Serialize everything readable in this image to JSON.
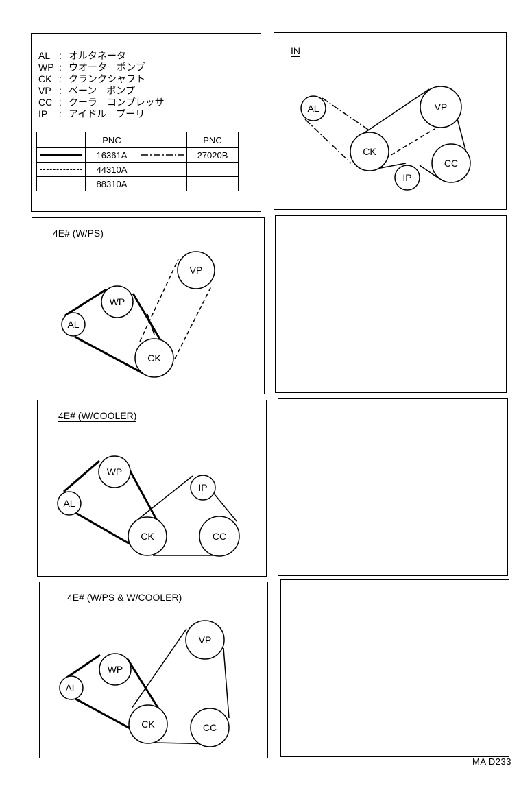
{
  "legend": {
    "items": [
      {
        "abbr": "AL",
        "name": "オルタネータ"
      },
      {
        "abbr": "WP",
        "name": "ウオータ　ポンプ"
      },
      {
        "abbr": "CK",
        "name": "クランクシャフト"
      },
      {
        "abbr": "VP",
        "name": "ベーン　ポンプ"
      },
      {
        "abbr": "CC",
        "name": "クーラ　コンプレッサ"
      },
      {
        "abbr": "IP",
        "name": "アイドル　プーリ"
      }
    ],
    "pnc_header": "PNC",
    "pnc": [
      {
        "style": "thick",
        "code": "16361A"
      },
      {
        "style": "dashed",
        "code": "44310A"
      },
      {
        "style": "thin",
        "code": "88310A"
      },
      {
        "style": "dashdot",
        "code": "27020B"
      }
    ]
  },
  "panels": {
    "in": {
      "title": "IN"
    },
    "ps": {
      "title": "4E# (W/PS)"
    },
    "cooler": {
      "title": "4E# (W/COOLER)"
    },
    "ps_cooler": {
      "title": "4E# (W/PS & W/COOLER)"
    }
  },
  "pulley_labels": {
    "al": "AL",
    "wp": "WP",
    "ck": "CK",
    "vp": "VP",
    "cc": "CC",
    "ip": "IP"
  },
  "footer": "MA  D233"
}
